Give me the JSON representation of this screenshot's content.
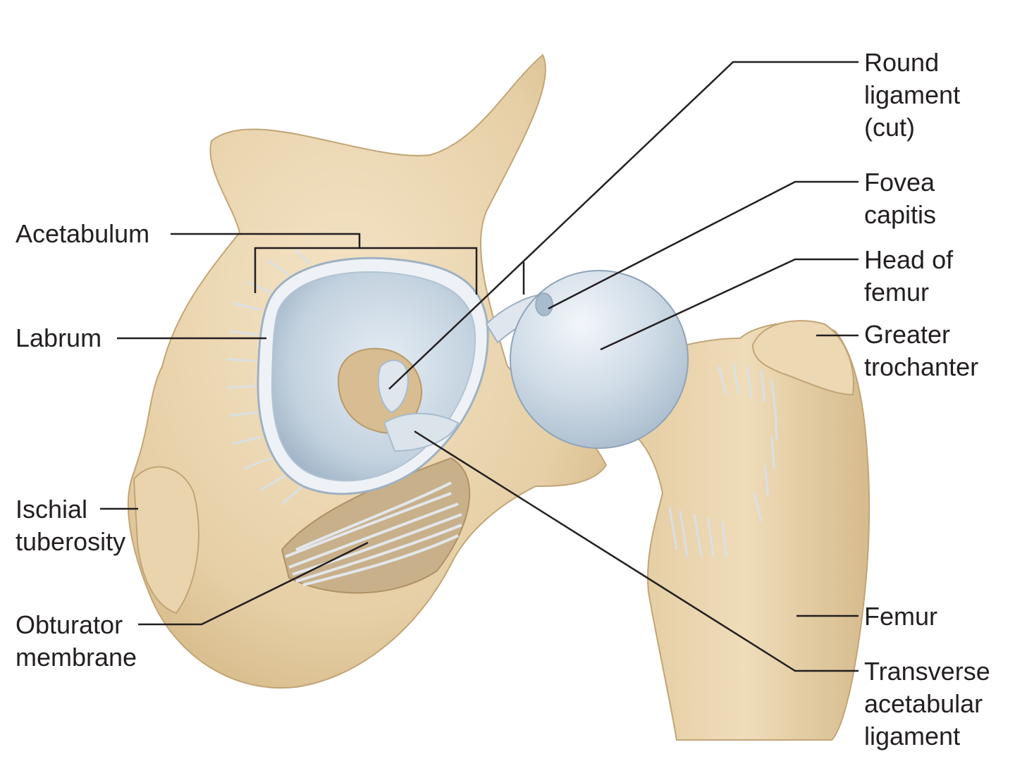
{
  "colors": {
    "bone": "#e8d3ae",
    "bone_shadow": "#c9ad80",
    "cartilage": "#c9d7e3",
    "ligament": "#dfe6ee",
    "leader": "#231f20",
    "text": "#231f20"
  },
  "labels": {
    "round_ligament": [
      "Round",
      "ligament",
      "(cut)"
    ],
    "fovea_capitis": [
      "Fovea",
      "capitis"
    ],
    "head_of_femur": [
      "Head of",
      "femur"
    ],
    "greater_trochanter": [
      "Greater",
      "trochanter"
    ],
    "femur": [
      "Femur"
    ],
    "transverse_acetabular_ligament": [
      "Transverse",
      "acetabular",
      "ligament"
    ],
    "acetabulum": [
      "Acetabulum"
    ],
    "labrum": [
      "Labrum"
    ],
    "ischial_tuberosity": [
      "Ischial",
      "tuberosity"
    ],
    "obturator_membrane": [
      "Obturator",
      "membrane"
    ]
  }
}
